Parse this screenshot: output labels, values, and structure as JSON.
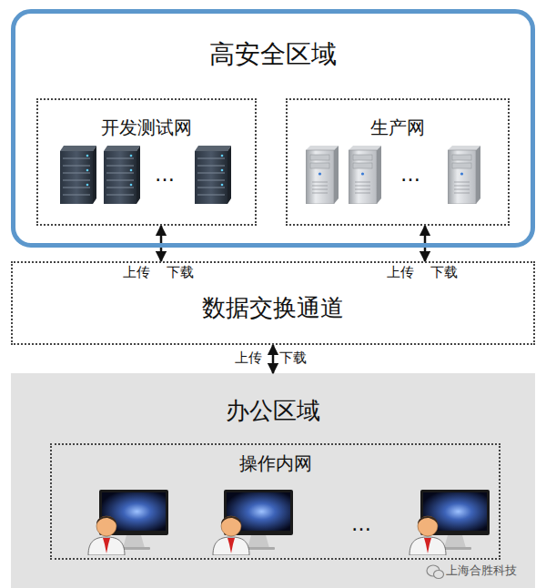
{
  "diagram": {
    "nodes": [
      {
        "text": [
          "高安全区域"
        ]
      },
      {
        "text": [
          "开发测试网"
        ],
        "in": 0
      },
      {
        "text": [
          "生产网"
        ],
        "in": 0
      },
      {
        "text": [
          "数据交换通道"
        ]
      },
      {
        "text": [
          "办公区域"
        ]
      },
      {
        "text": [
          "操作内网"
        ],
        "in": 4
      }
    ],
    "edges": [
      {
        "from": 1,
        "to": 3,
        "arrow": "both"
      },
      {
        "from": 2,
        "to": 3,
        "arrow": "both"
      },
      {
        "from": 3,
        "to": 4,
        "arrow": "both"
      }
    ],
    "labels": [
      "…",
      "…",
      "上传",
      "下载",
      "上传",
      "下载",
      "上传",
      "下载",
      "…",
      "上海合胜科技"
    ]
  }
}
